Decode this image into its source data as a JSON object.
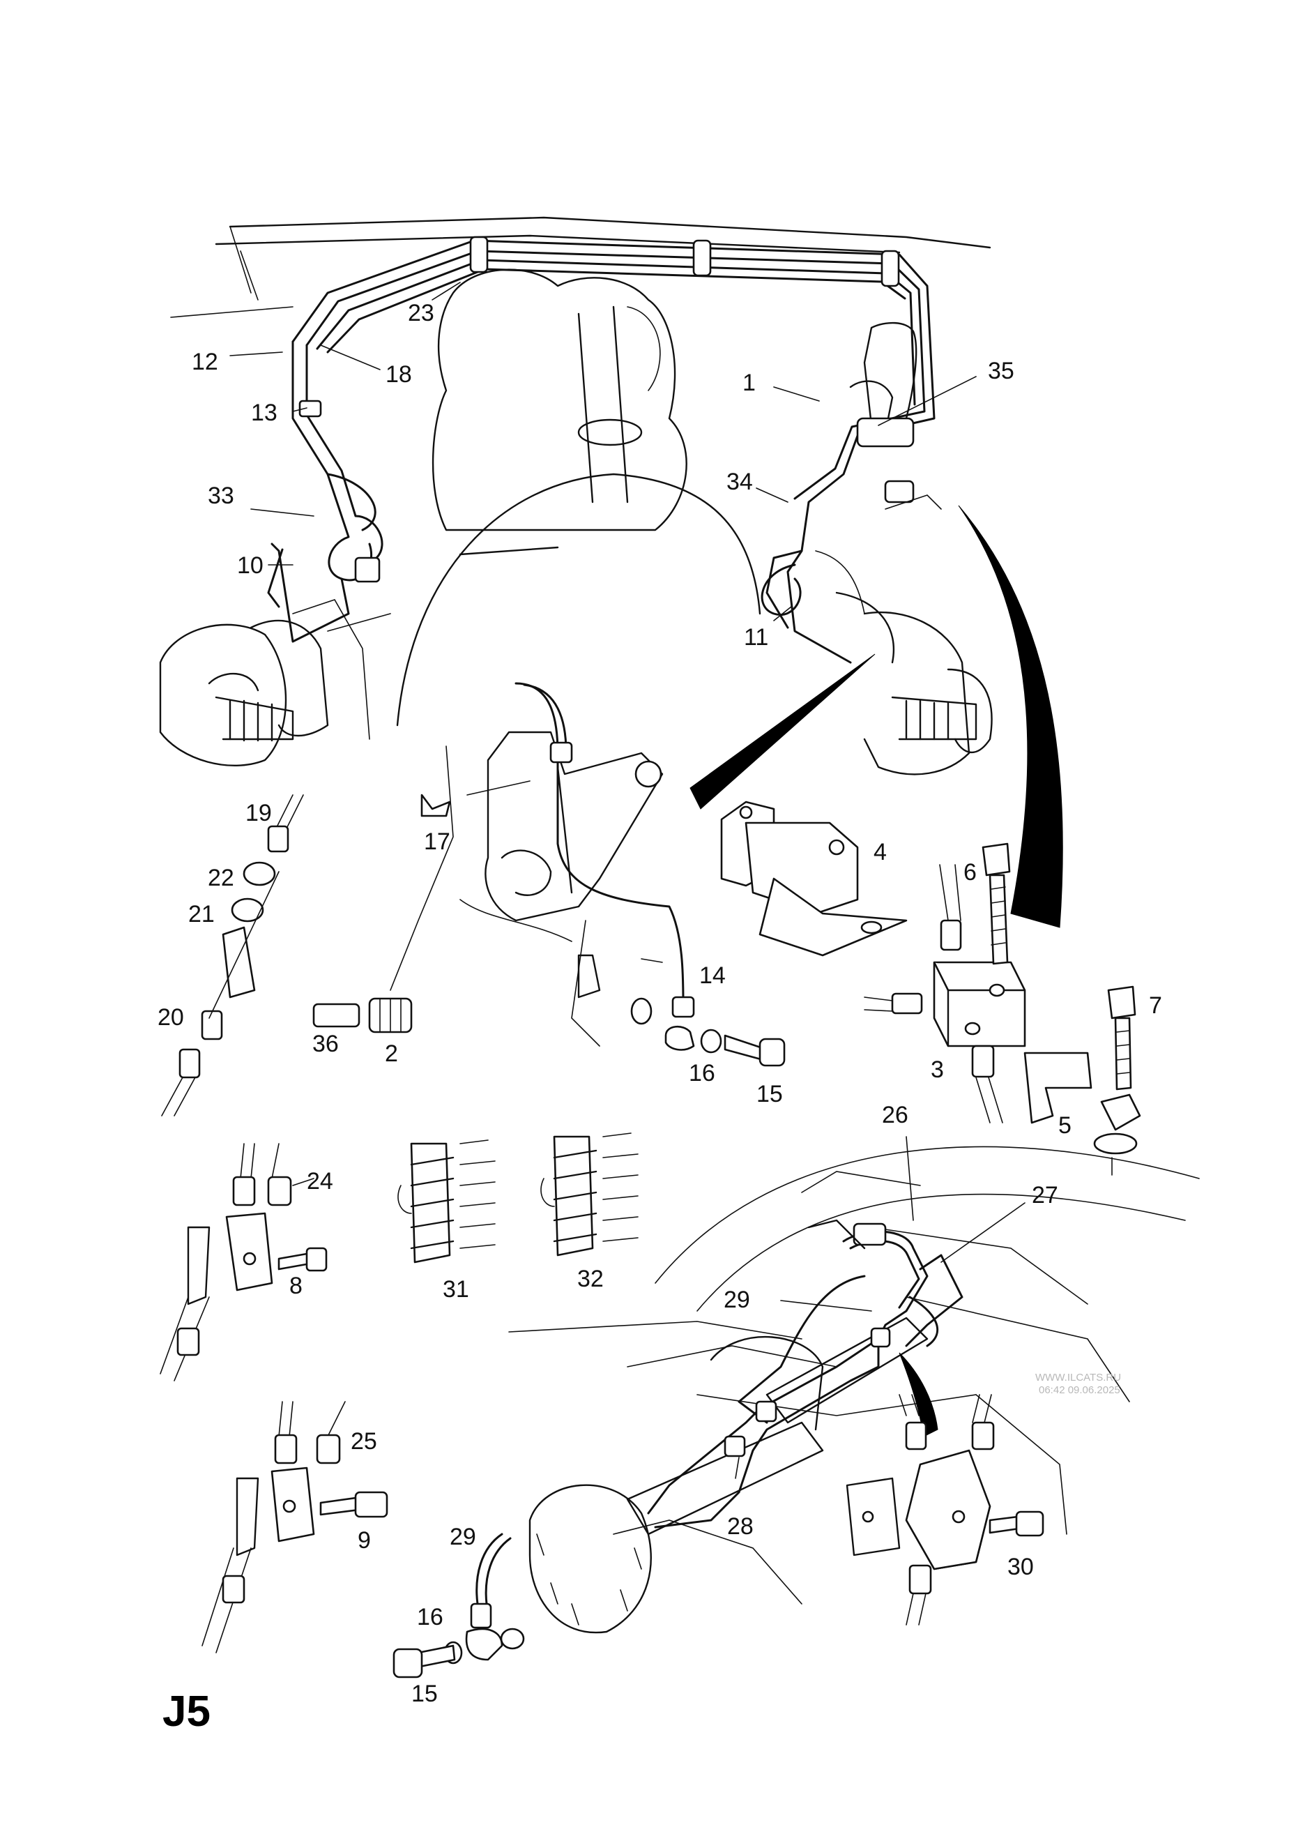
{
  "sheet_code": "J5",
  "watermark": {
    "line1": "WWW.ILCATS.RU",
    "line2": "06:42 09.06.2025"
  },
  "callouts": [
    {
      "id": "23",
      "text": "23"
    },
    {
      "id": "12",
      "text": "12"
    },
    {
      "id": "18",
      "text": "18"
    },
    {
      "id": "13",
      "text": "13"
    },
    {
      "id": "1",
      "text": "1"
    },
    {
      "id": "35",
      "text": "35"
    },
    {
      "id": "34",
      "text": "34"
    },
    {
      "id": "33",
      "text": "33"
    },
    {
      "id": "10",
      "text": "10"
    },
    {
      "id": "11",
      "text": "11"
    },
    {
      "id": "19",
      "text": "19"
    },
    {
      "id": "17",
      "text": "17"
    },
    {
      "id": "4",
      "text": "4"
    },
    {
      "id": "6",
      "text": "6"
    },
    {
      "id": "22",
      "text": "22"
    },
    {
      "id": "21",
      "text": "21"
    },
    {
      "id": "14",
      "text": "14"
    },
    {
      "id": "7",
      "text": "7"
    },
    {
      "id": "20",
      "text": "20"
    },
    {
      "id": "36",
      "text": "36"
    },
    {
      "id": "2",
      "text": "2"
    },
    {
      "id": "16a",
      "text": "16"
    },
    {
      "id": "3",
      "text": "3"
    },
    {
      "id": "15a",
      "text": "15"
    },
    {
      "id": "26",
      "text": "26"
    },
    {
      "id": "5",
      "text": "5"
    },
    {
      "id": "24",
      "text": "24"
    },
    {
      "id": "27",
      "text": "27"
    },
    {
      "id": "8",
      "text": "8"
    },
    {
      "id": "31",
      "text": "31"
    },
    {
      "id": "32",
      "text": "32"
    },
    {
      "id": "29a",
      "text": "29"
    },
    {
      "id": "25",
      "text": "25"
    },
    {
      "id": "9",
      "text": "9"
    },
    {
      "id": "28",
      "text": "28"
    },
    {
      "id": "29b",
      "text": "29"
    },
    {
      "id": "30",
      "text": "30"
    },
    {
      "id": "16b",
      "text": "16"
    },
    {
      "id": "15b",
      "text": "15"
    }
  ]
}
